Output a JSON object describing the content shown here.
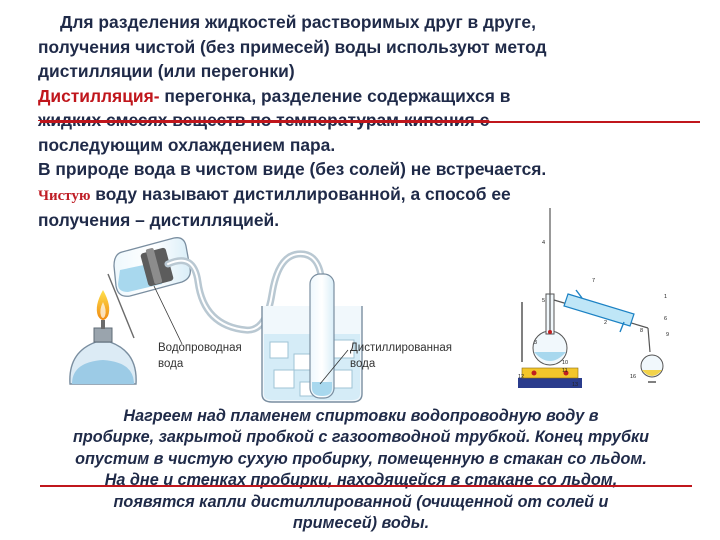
{
  "text": {
    "line1": "Для разделения жидкостей растворимых друг в друге,",
    "line2": "получения   чистой (без примесей) воды используют метод",
    "line3": "дистилляции (или перегонки)",
    "term": "Дистилляция-",
    "line4_rest": " перегонка, разделение содержащихся в",
    "line5": "жидких смесях веществ по температурам кипения с",
    "line6": "последующим охлаждением пара.",
    "line7": "В природе вода в чистом виде (без солей) не встречается.",
    "line8_word": "Чистую",
    "line8_rest": " воду называют дистиллированной, а способ ее",
    "line9": "получения – дистилляцией."
  },
  "figure_left": {
    "label_tap_1": "Водопроводная",
    "label_tap_2": "вода",
    "label_dist_1": "Дистиллированная",
    "label_dist_2": "вода"
  },
  "figure_right": {
    "numbers": [
      "4",
      "7",
      "1",
      "2",
      "5",
      "6",
      "8",
      "9",
      "3",
      "10",
      "11",
      "12",
      "13",
      "16"
    ]
  },
  "bottom": {
    "l1": "Нагреем над пламенем спиртовки водопроводную воду в",
    "l2": "пробирке, закрытой пробкой с газоотводной трубкой. Конец трубки",
    "l3": "опустим в чистую сухую пробирку, помещенную в стакан со льдом.",
    "l4": "На дне и стенках пробирки, находящейся в стакане со льдом,",
    "l5": "появятся капли дистиллированной (очищенной от солей и",
    "l6": "примесей) воды."
  },
  "colors": {
    "text": "#1f2a48",
    "accent_red": "#c0161c",
    "water_blue": "#a8d8ee"
  }
}
